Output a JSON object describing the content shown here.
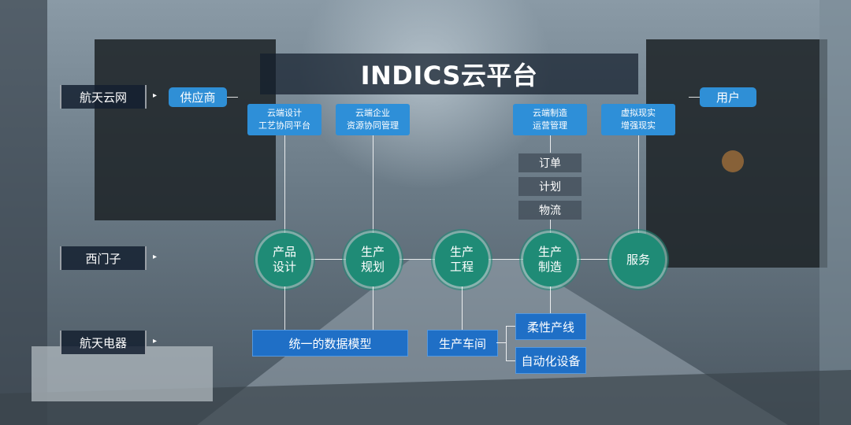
{
  "title": "INDICS云平台",
  "left_labels": [
    "航天云网",
    "西门子",
    "航天电器"
  ],
  "supplier": "供应商",
  "user": "用户",
  "top_boxes": [
    {
      "line1": "云端设计",
      "line2": "工艺协同平台"
    },
    {
      "line1": "云端企业",
      "line2": "资源协同管理"
    },
    {
      "line1": "云端制造",
      "line2": "运营管理"
    },
    {
      "line1": "虚拟现实",
      "line2": "增强现实"
    }
  ],
  "mfg_items": [
    "订单",
    "计划",
    "物流"
  ],
  "circles": [
    {
      "line1": "产品",
      "line2": "设计"
    },
    {
      "line1": "生产",
      "line2": "规划"
    },
    {
      "line1": "生产",
      "line2": "工程"
    },
    {
      "line1": "生产",
      "line2": "制造"
    },
    {
      "line1": "服务",
      "line2": ""
    }
  ],
  "bottom": {
    "data_model": "统一的数据模型",
    "workshop": "生产车间",
    "flexible_line": "柔性产线",
    "automation": "自动化设备"
  },
  "colors": {
    "accent_blue": "#2f8fd6",
    "node_green": "#1f8b76",
    "dark_blue": "#1f6fc6"
  }
}
